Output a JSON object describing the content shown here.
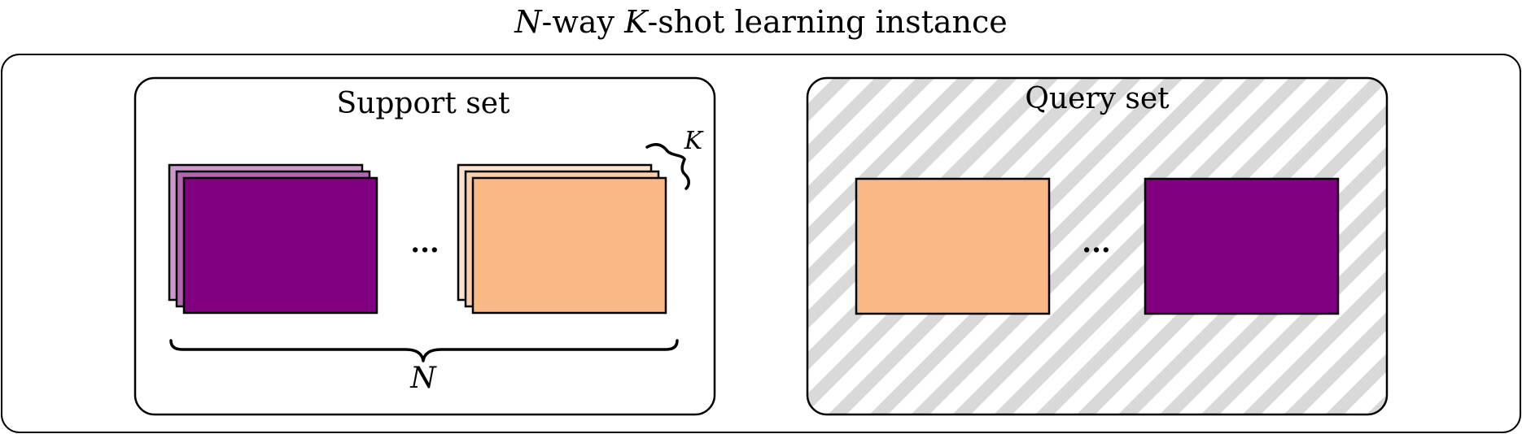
{
  "title": {
    "n_symbol": "N",
    "middle": "-way ",
    "k_symbol": "K",
    "suffix": "-shot learning instance"
  },
  "support_set": {
    "label": "Support set",
    "ellipsis": "...",
    "n_label": "N",
    "k_label": "K"
  },
  "query_set": {
    "label": "Query set",
    "ellipsis": "..."
  },
  "colors": {
    "purple": "#800080",
    "purple_mid": "#b266b2",
    "purple_light": "#cc99cc",
    "orange": "#f9b885",
    "orange_mid": "#fbcfaa",
    "orange_light": "#fde2cc",
    "hatch": "#d9d9d9",
    "stroke": "#000000"
  }
}
